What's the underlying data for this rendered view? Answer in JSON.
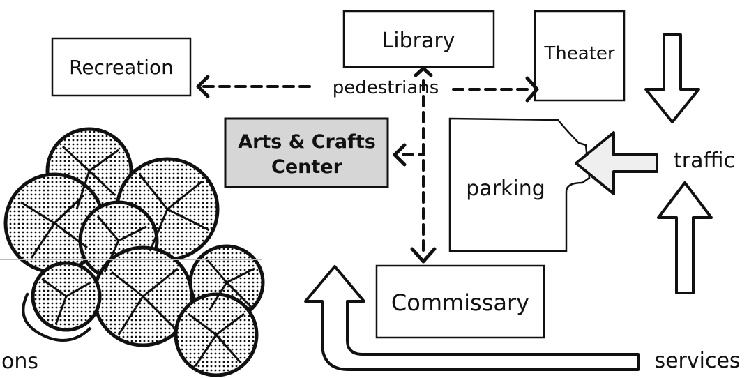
{
  "diagram": {
    "boxes": {
      "recreation": "Recreation",
      "library": "Library",
      "theater": "Theater",
      "arts_crafts_line1": "Arts & Crafts",
      "arts_crafts_line2": "Center",
      "commissary": "Commissary"
    },
    "labels": {
      "pedestrians": "pedestrians",
      "parking": "parking",
      "traffic": "traffic",
      "services": "services",
      "partial_text": "ons"
    },
    "colors": {
      "ink": "#111111",
      "shaded_box": "#d6d6d6",
      "background": "#ffffff"
    }
  }
}
